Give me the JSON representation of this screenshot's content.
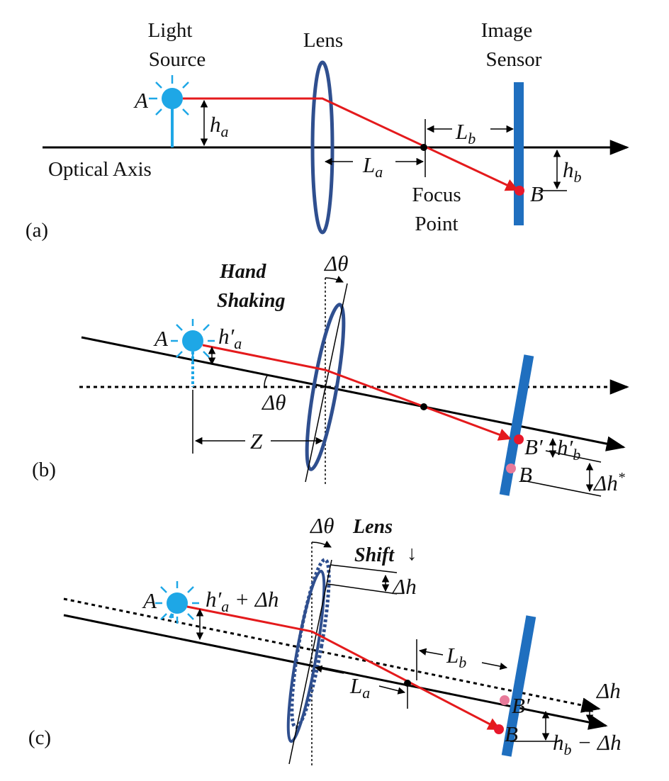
{
  "panel_a": {
    "tag": "(a)",
    "light_source": [
      "Light",
      "Source"
    ],
    "lens": "Lens",
    "image_sensor": [
      "Image",
      "Sensor"
    ],
    "optical_axis": "Optical Axis",
    "focus_point": [
      "Focus",
      "Point"
    ],
    "point_a": "A",
    "point_b": "B",
    "h": "h",
    "h_a_sub": "a",
    "h_b_sub": "b",
    "L": "L",
    "L_a_sub": "a",
    "L_b_sub": "b"
  },
  "panel_b": {
    "tag": "(b)",
    "hand_shaking": [
      "Hand",
      "Shaking"
    ],
    "delta_theta_top": "Δθ",
    "delta_theta_axis": "Δθ",
    "point_a": "A",
    "h_prime_a": "h′",
    "h_prime_a_sub": "a",
    "z": "Z",
    "point_b_prime": "B′",
    "h_prime_b": "h′",
    "h_prime_b_sub": "b",
    "point_b": "B",
    "delta_h": "Δh",
    "delta_h_sup": "*"
  },
  "panel_c": {
    "tag": "(c)",
    "delta_theta": "Δθ",
    "lens_shift": [
      "Lens",
      "Shift"
    ],
    "arrow_glyph": "↓",
    "delta_h_lens": "Δh",
    "point_a": "A",
    "h_prime_a": "h′",
    "h_prime_a_sub": "a",
    "h_prime_a_plus": " + Δh",
    "L": "L",
    "L_a_sub": "a",
    "L_b_sub": "b",
    "point_b_prime": "B′",
    "point_b": "B",
    "delta_h_right": "Δh",
    "h_b": "h",
    "h_b_sub": "b",
    "h_b_minus": " − Δh"
  },
  "colors": {
    "ray": "#e41a1c",
    "axis": "#000000",
    "lens": "#2f4f8f",
    "sensor": "#1f6fbf",
    "source": "#1ea7e6",
    "point_b": "#e8182b",
    "point_b_faint": "#e87a9a"
  }
}
